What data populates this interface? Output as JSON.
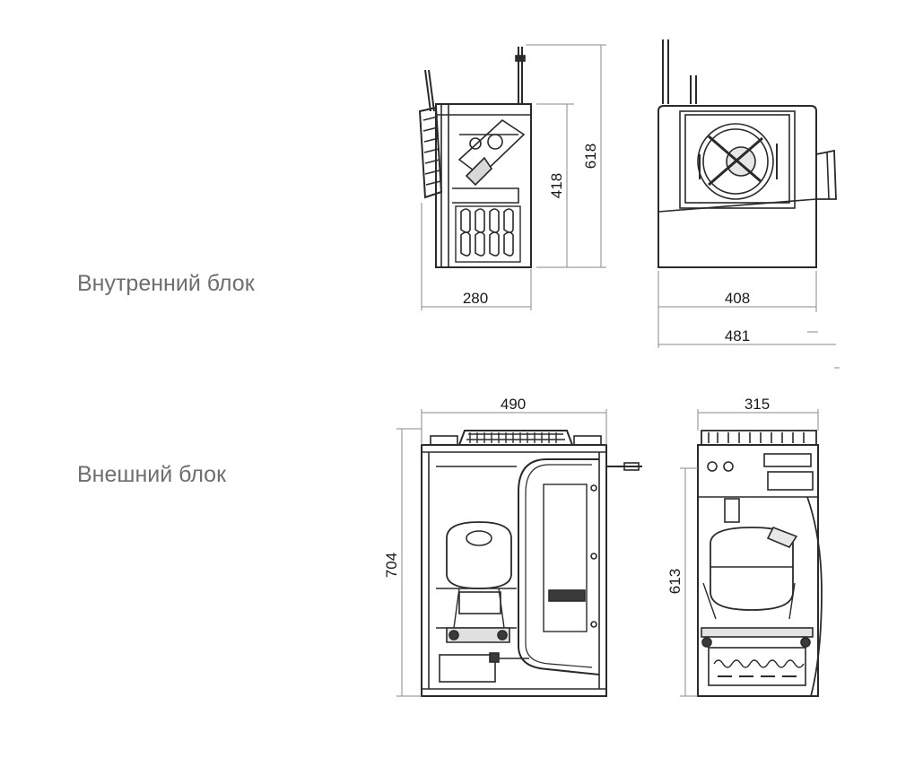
{
  "labels": {
    "indoor_unit": "Внутренний блок",
    "outdoor_unit": "Внешний блок"
  },
  "dimensions": {
    "indoor_depth": "280",
    "indoor_body_height": "418",
    "indoor_total_height": "618",
    "indoor_width": "408",
    "indoor_total_width": "481",
    "outdoor_width": "490",
    "outdoor_height": "704",
    "outdoor_depth": "315",
    "outdoor_body_height": "613"
  },
  "colors": {
    "line": "#2a2a2a",
    "dim_line": "#8a8a8a",
    "label": "#6e6e6e"
  }
}
